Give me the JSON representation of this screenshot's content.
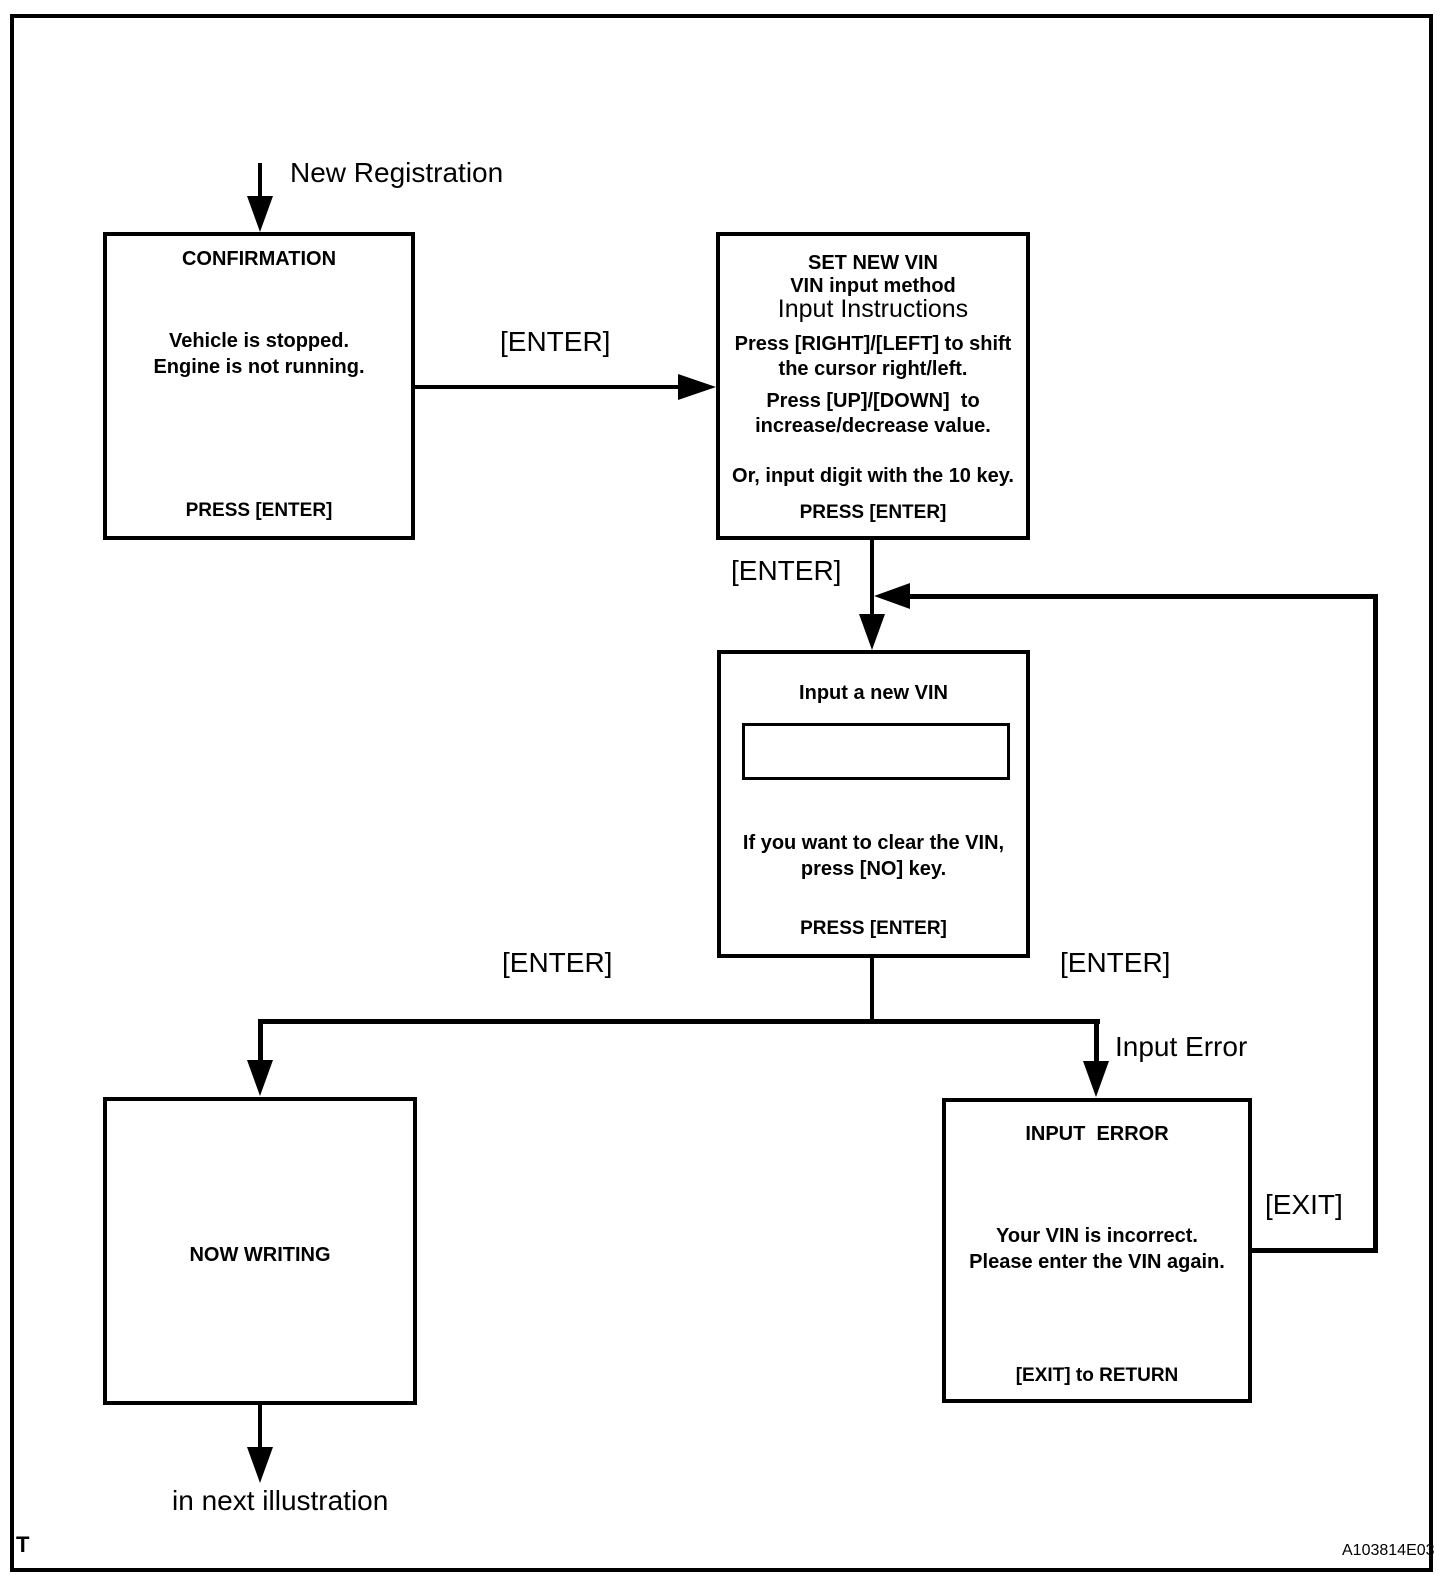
{
  "diagram": {
    "start_label": "New Registration",
    "confirmation_box": {
      "title": "CONFIRMATION",
      "body_line1": "Vehicle is stopped.",
      "body_line2": "Engine is not running.",
      "footer": "PRESS [ENTER]"
    },
    "set_new_vin_box": {
      "title_line1": "SET NEW VIN",
      "title_line2": "VIN input method",
      "subtitle": "Input Instructions",
      "instr_line1": "Press [RIGHT]/[LEFT] to shift",
      "instr_line2": "the cursor right/left.",
      "instr_line3": "Press [UP]/[DOWN]  to",
      "instr_line4": "increase/decrease value.",
      "instr_line5": "Or, input digit with the 10 key.",
      "footer": "PRESS [ENTER]"
    },
    "input_vin_box": {
      "title": "Input a new VIN",
      "vin_field_value": "",
      "note_line1": "If you want to clear the VIN,",
      "note_line2": "press [NO] key.",
      "footer": "PRESS [ENTER]"
    },
    "now_writing_box": {
      "title": "NOW WRITING"
    },
    "input_error_box": {
      "title": "INPUT  ERROR",
      "body_line1": "Your VIN is incorrect.",
      "body_line2": "Please enter the VIN again.",
      "footer": "[EXIT] to RETURN"
    },
    "labels": {
      "enter_confirm_to_setvin": "[ENTER]",
      "enter_setvin_to_input": "[ENTER]",
      "enter_to_writing": "[ENTER]",
      "enter_to_error": "[ENTER]",
      "exit": "[EXIT]",
      "input_error": "Input Error",
      "next_illustration": "in next illustration",
      "corner_mark": "T",
      "figure_id": "A103814E03"
    },
    "colors": {
      "line": "#000000",
      "background": "#ffffff"
    }
  }
}
